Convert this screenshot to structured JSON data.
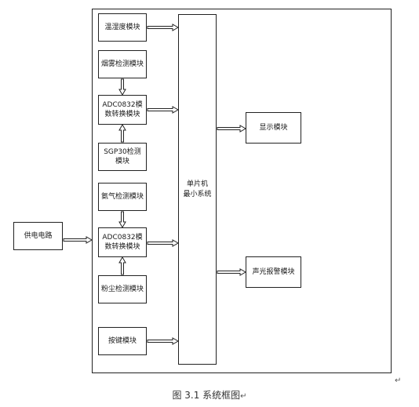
{
  "modules": {
    "temp_humidity": "温湿度模块",
    "smoke_detect": "烟雾检测模块",
    "adc_1": "ADC0832模数转换模块",
    "sgp30": "SGP30检测模块",
    "ammonia_detect": "氨气检测模块",
    "adc_2": "ADC0832模数转换模块",
    "dust_detect": "粉尘检测模块",
    "keys": "按键模块",
    "power": "供电电路",
    "mcu": "单片机\n最小系统",
    "display": "显示模块",
    "alarm": "声光报警模块"
  },
  "caption": "图 3.1 系统框图",
  "return_mark": "↵"
}
